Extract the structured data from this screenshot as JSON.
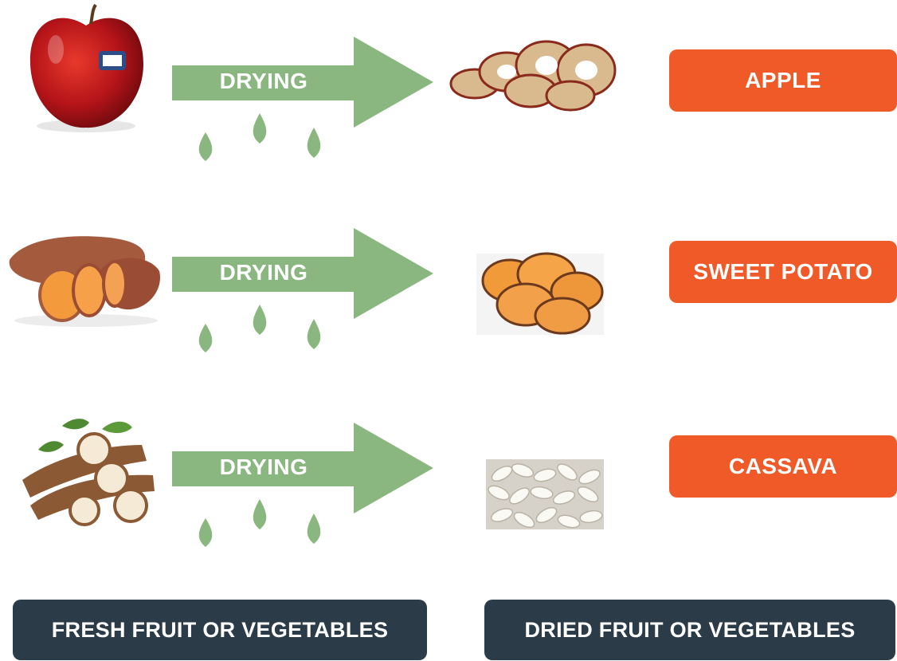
{
  "colors": {
    "arrow": "#8ab67f",
    "drop": "#8ab67f",
    "name_box": "#ef5a28",
    "footer_box": "#2c3b48",
    "text_light": "#ffffff"
  },
  "rows": [
    {
      "fresh_image": "fresh-apple-image",
      "process_label": "DRYING",
      "dried_image": "dried-apple-rings-image",
      "name": "APPLE"
    },
    {
      "fresh_image": "fresh-sweet-potato-image",
      "process_label": "DRYING",
      "dried_image": "dried-sweet-potato-slices-image",
      "name": "SWEET POTATO"
    },
    {
      "fresh_image": "fresh-cassava-image",
      "process_label": "DRYING",
      "dried_image": "dried-cassava-chips-image",
      "name": "CASSAVA"
    }
  ],
  "footer": {
    "left_label": "FRESH FRUIT OR VEGETABLES",
    "right_label": "DRIED FRUIT OR VEGETABLES"
  }
}
